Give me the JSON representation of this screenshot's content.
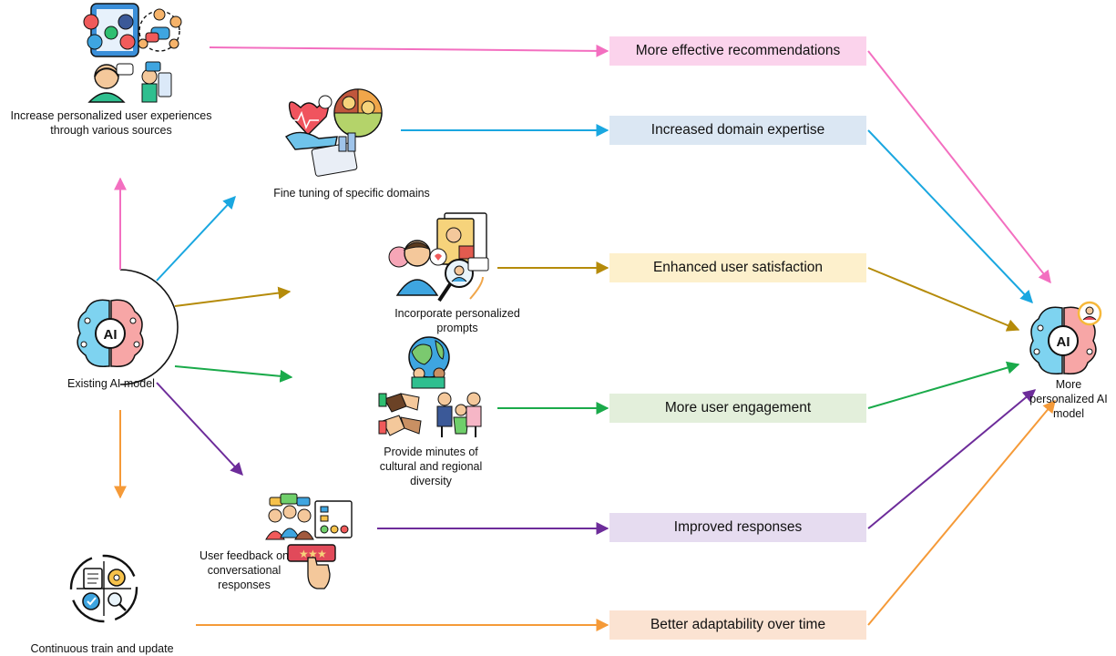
{
  "sources": {
    "personal": "Increase personalized user experiences through various sources",
    "domains": "Fine tuning of specific domains",
    "prompts": "Incorporate personalized prompts",
    "cultural": "Provide minutes of cultural and regional diversity",
    "feedback": "User feedback on conversational responses",
    "continuous": "Continuous train and update"
  },
  "existing_model_label": "Existing AI model",
  "ai_badge": "AI",
  "target_model_label": "More personalized AI model",
  "outcomes": {
    "recommendations": "More effective recommendations",
    "expertise": "Increased domain expertise",
    "satisfaction": "Enhanced user satisfaction",
    "engagement": "More user engagement",
    "responses": "Improved responses",
    "adaptability": "Better adaptability over time"
  },
  "colors": {
    "pink": "#f36fc0",
    "blue": "#1aa7e0",
    "gold": "#b58b0a",
    "green": "#1aaa4a",
    "purple": "#6d2c9a",
    "orange": "#f59a38",
    "box_pink": "#fbd3ec",
    "box_blue": "#dbe7f3",
    "box_gold": "#fdf0cc",
    "box_green": "#e3efdb",
    "box_purple": "#e6dcf0",
    "box_orange": "#fbe3d2"
  }
}
